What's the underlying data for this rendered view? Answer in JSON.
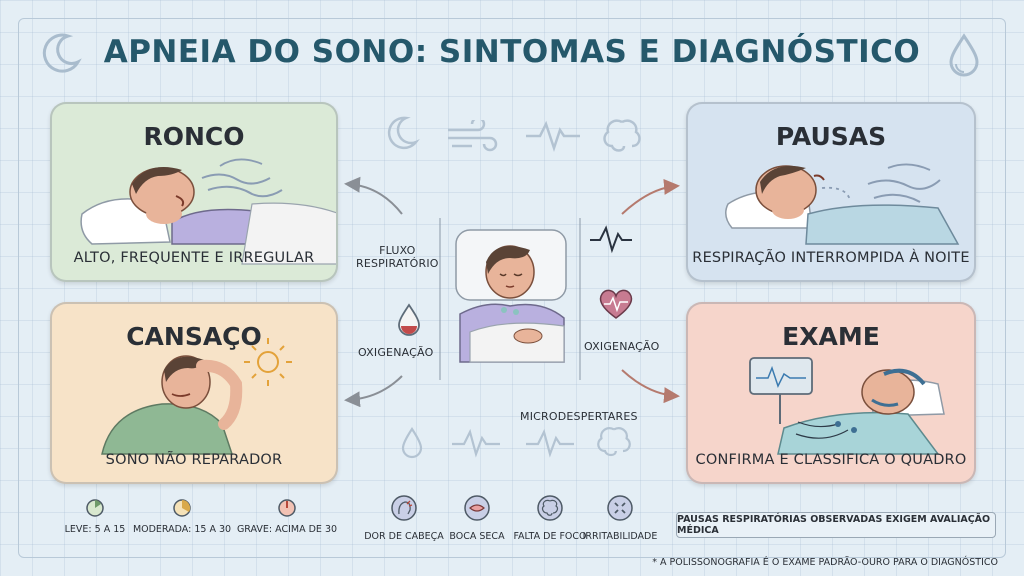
{
  "title": "APNEIA DO SONO: SINTOMAS E DIAGNÓSTICO",
  "cards": {
    "ronco": {
      "title": "RONCO",
      "caption": "ALTO, FREQUENTE E IRREGULAR"
    },
    "pausas": {
      "title": "PAUSAS",
      "caption": "RESPIRAÇÃO INTERROMPIDA À NOITE"
    },
    "cansaco": {
      "title": "CANSAÇO",
      "caption": "SONO NÃO REPARADOR"
    },
    "exame": {
      "title": "EXAME",
      "caption": "CONFIRMA E CLASSIFICA O QUADRO"
    }
  },
  "center": {
    "fluxo_line1": "FLUXO",
    "fluxo_line2": "RESPIRATÓRIO",
    "oxigenacao_left": "OXIGENAÇÃO",
    "oxigenacao_right": "OXIGENAÇÃO",
    "microdespertares": "MICRODESPERTARES"
  },
  "severity": [
    {
      "label": "LEVE: 5 A 15",
      "color": "#d8e8cf"
    },
    {
      "label": "MODERADA: 15 A 30",
      "color": "#f5e2b8"
    },
    {
      "label": "GRAVE: ACIMA DE 30",
      "color": "#f2c2b4"
    }
  ],
  "symptoms": [
    {
      "label": "DOR DE CABEÇA",
      "icon": "head-pain-icon"
    },
    {
      "label": "BOCA SECA",
      "icon": "dry-mouth-icon"
    },
    {
      "label": "FALTA DE FOCO",
      "icon": "brain-focus-icon"
    },
    {
      "label": "IRRITABILIDADE",
      "icon": "irritability-icon"
    }
  ],
  "notice": "PAUSAS RESPIRATÓRIAS OBSERVADAS EXIGEM AVALIAÇÃO MÉDICA",
  "footnote": "* A POLISSONOGRAFIA É O EXAME PADRÃO-OURO PARA O DIAGNÓSTICO",
  "colors": {
    "title": "#25586b",
    "ronco_bg": "#dbead7",
    "pausas_bg": "#d6e3f0",
    "cansaco_bg": "#f7e3c8",
    "exame_bg": "#f6d5cb"
  }
}
